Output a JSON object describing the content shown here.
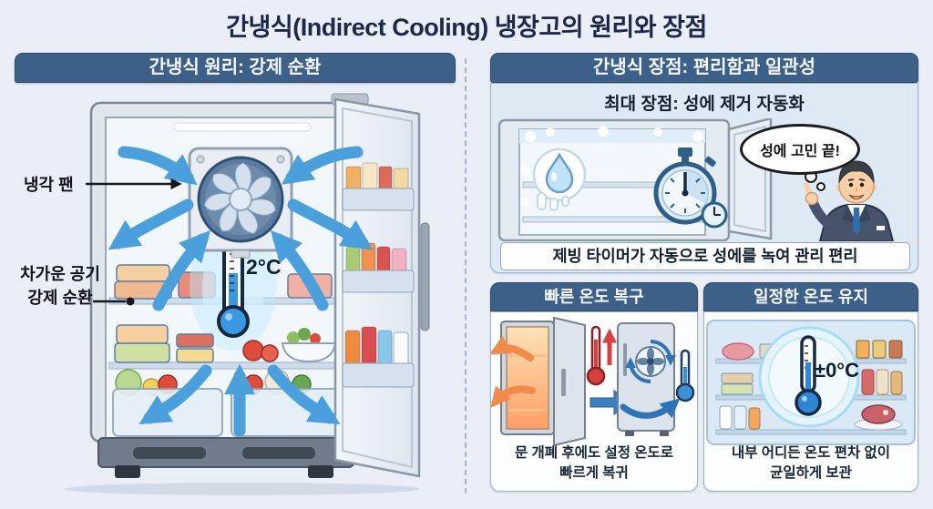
{
  "title": "간냉식(Indirect Cooling) 냉장고의 원리와 장점",
  "left_panel": {
    "header": "간냉식 원리: 강제 순환",
    "fan_label": "냉각 팬",
    "cold_air_label_line1": "차가운 공기",
    "cold_air_label_line2": "강제 순환",
    "temperature": "2°C"
  },
  "advantage_panel": {
    "header": "간냉식 장점: 편리함과 일관성",
    "subtitle": "최대 장점: 성에 제거 자동화",
    "speech_bubble": "성에 고민 끝!",
    "caption": "제빙 타이머가 자동으로 성에를 녹여 관리 편리"
  },
  "recovery_panel": {
    "header": "빠른 온도 복구",
    "caption_line1": "문 개폐 후에도 설정 온도로",
    "caption_line2": "빠르게 복귀"
  },
  "uniform_panel": {
    "header": "일정한 온도 유지",
    "temperature": "±0°C",
    "caption_line1": "내부 어디든 온도 편차 없이",
    "caption_line2": "균일하게 보관"
  },
  "colors": {
    "page_background": "#e9eef7",
    "header_bar": "#3d6089",
    "title_text": "#1d2749",
    "airflow_blue": "#4aa0dc",
    "warm_air_orange": "#f28a4a",
    "alert_red": "#d84040",
    "thermometer_blue": "#3b97e0",
    "panel_border": "#9db6cc"
  },
  "icons": {
    "cooling-fan-icon": "fan blades in square housing",
    "water-drop-icon": "melting water drop badge",
    "defrost-timer-icon": "stopwatch with mini clock",
    "thermometer-icon": "bulb thermometer",
    "airflow-arrow-icon": "curved blue arrow",
    "warm-air-arrow-icon": "curved orange arrow",
    "presenter-icon": "smiling man in suit pointing up"
  }
}
